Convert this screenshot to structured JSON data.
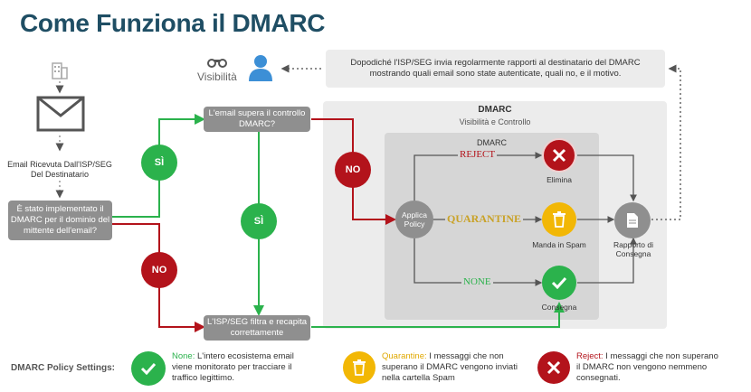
{
  "title": "Come Funziona il DMARC",
  "visibility_label": "Visibilità",
  "report_note": "Dopodiché l'ISP/SEG invia regolarmente rapporti al destinatario del DMARC mostrando quali email sono state autenticate, quali no, e il motivo.",
  "email_received": "Email Ricevuta Dall'ISP/SEG Del Destinatario",
  "implemented_question": "È stato implementato il DMARC per il dominio del mittente dell'email?",
  "passes_check": "L'email supera il controllo DMARC?",
  "filter_deliver": "L'ISP/SEG filtra e recapita correttamente",
  "yes": "SÌ",
  "no": "NO",
  "dmarc_panel_title": "DMARC",
  "dmarc_panel_subtitle": "Visibilità e Controllo",
  "inner_title": "DMARC",
  "apply_policy": "Applica Policy",
  "policy_reject": "REJECT",
  "policy_quarantine": "QUARANTINE",
  "policy_none": "NONE",
  "outcome_delete": "Elimina",
  "outcome_spam": "Manda in Spam",
  "outcome_deliver": "Consegna",
  "report_label": "Rapporto di Consegna",
  "settings_label": "DMARC Policy Settings:",
  "settings": {
    "none_title": "None:",
    "none_text": "L'intero ecosistema email viene monitorato per tracciare il traffico legittimo.",
    "quarantine_title": "Quarantine:",
    "quarantine_text": "I messaggi che non superano il DMARC vengono inviati nella cartella Spam",
    "reject_title": "Reject:",
    "reject_text": "I messaggi che non superano il DMARC non vengono nemmeno consegnati."
  },
  "colors": {
    "title": "#1f4e64",
    "green": "#2bb24c",
    "red": "#b3131b",
    "yellow": "#f2b705",
    "gray_box": "#8f8f8f",
    "quarantine_text": "#c9a227",
    "reject_text": "#b3131b",
    "none_text": "#2bb24c"
  }
}
